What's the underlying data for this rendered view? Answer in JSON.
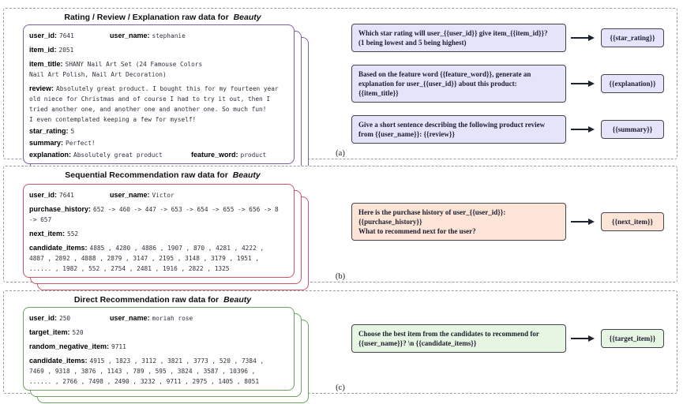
{
  "colors": {
    "panel_a_accent": "#7d5da8",
    "panel_b_accent": "#d15269",
    "panel_c_accent": "#6aa45d",
    "prompt_a_fill": "#e6e4f8",
    "prompt_b_fill": "#fce4d6",
    "prompt_c_fill": "#e6f6e2",
    "box_border": "#44444f",
    "arrow": "#1f2433"
  },
  "panels": [
    {
      "label": "(a)",
      "title": "Rating / Review / Explanation raw data for",
      "title_emph": "Beauty",
      "fields": [
        {
          "k": "user_id",
          "v": "7641"
        },
        {
          "k": "user_name",
          "v": "stephanie"
        },
        {
          "k": "item_id",
          "v": "2051"
        },
        {
          "k": "item_title",
          "v": "SHANY Nail Art Set (24 Famouse Colors\nNail Art Polish, Nail Art Decoration)"
        },
        {
          "k": "review",
          "v": "Absolutely great product. I bought this for my fourteen year\nold niece for Christmas and of course I had to try it out, then I\ntried another one, and another one and another one. So much fun!\nI even contemplated keeping a few for myself!"
        },
        {
          "k": "star_rating",
          "v": "5"
        },
        {
          "k": "summary",
          "v": "Perfect!"
        },
        {
          "k": "explanation",
          "v": "Absolutely great product"
        },
        {
          "k": "feature_word",
          "v": "product"
        }
      ],
      "prompts": [
        {
          "text": "Which star rating will user_{{user_id}} give item_{{item_id}}?\n(1 being lowest and 5 being highest)",
          "output": "{{star_rating}}"
        },
        {
          "text": "Based on the feature word {{feature_word}}, generate an\nexplanation for user_{{user_id}} about this product:\n{{item_title}}",
          "output": "{{explanation}}"
        },
        {
          "text": "Give a short sentence describing the following product review\nfrom {{user_name}}: {{review}}",
          "output": "{{summary}}"
        }
      ]
    },
    {
      "label": "(b)",
      "title": "Sequential Recommendation raw data for",
      "title_emph": "Beauty",
      "fields": [
        {
          "k": "user_id",
          "v": "7641"
        },
        {
          "k": "user_name",
          "v": "Victor"
        },
        {
          "k": "purchase_history",
          "v": "652 -> 460 -> 447 -> 653 -> 654 -> 655 -> 656 -> 8\n-> 657"
        },
        {
          "k": "next_item",
          "v": "552"
        },
        {
          "k": "candidate_items",
          "v": "4885 , 4280 , 4886 , 1907 , 870 , 4281 , 4222 ,\n4887 , 2892 , 4888 , 2879 , 3147 , 2195 , 3148 , 3179 , 1951 ,\n...... , 1982 , 552 , 2754 , 2481 , 1916 , 2822 , 1325"
        }
      ],
      "prompts": [
        {
          "text": "Here is the purchase history of user_{{user_id}}:\n{{purchase_history}}\nWhat to recommend next for the user?",
          "output": "{{next_item}}"
        }
      ]
    },
    {
      "label": "(c)",
      "title": "Direct Recommendation raw data for",
      "title_emph": "Beauty",
      "fields": [
        {
          "k": "user_id",
          "v": "250"
        },
        {
          "k": "user_name",
          "v": "moriah rose"
        },
        {
          "k": "target_item",
          "v": "520"
        },
        {
          "k": "random_negative_item",
          "v": "9711"
        },
        {
          "k": "candidate_items",
          "v": "4915 , 1823 , 3112 , 3821 , 3773 , 520 , 7384 ,\n7469 , 9318 , 3876 , 1143 , 789 , 595 , 3824 , 3587 , 10396 ,\n...... , 2766 , 7498 , 2490 , 3232 , 9711 , 2975 , 1405 , 8051"
        }
      ],
      "prompts": [
        {
          "text": "Choose the best item from the candidates to recommend for\n{{user_name}}? \\n {{candidate_items}}",
          "output": "{{target_item}}"
        }
      ]
    }
  ]
}
